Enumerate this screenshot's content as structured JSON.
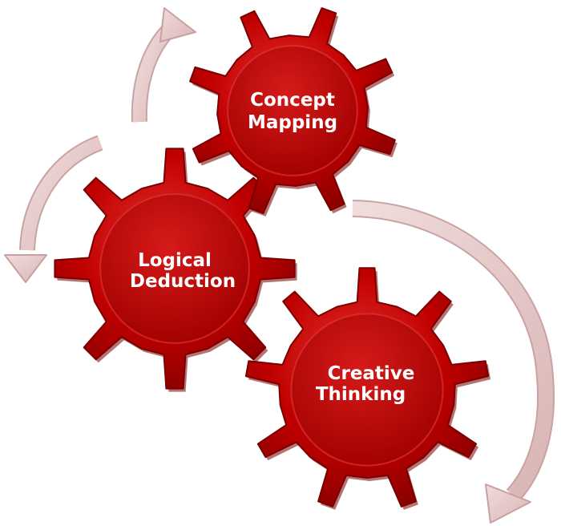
{
  "diagram": {
    "gears": [
      {
        "id": "concept-mapping",
        "lines": [
          "Concept",
          "Mapping"
        ]
      },
      {
        "id": "logical-deduction",
        "lines": [
          "Logical",
          "Deduction"
        ]
      },
      {
        "id": "creative-thinking",
        "lines": [
          "Creative",
          "Thinking"
        ]
      }
    ],
    "colors": {
      "gear_fill": "#c00000",
      "gear_dark": "#7a0000",
      "gear_highlight": "#e23a3a",
      "arrow_fill": "#e8cfcf",
      "arrow_stroke": "#c7a0a0",
      "text": "#ffffff"
    }
  }
}
